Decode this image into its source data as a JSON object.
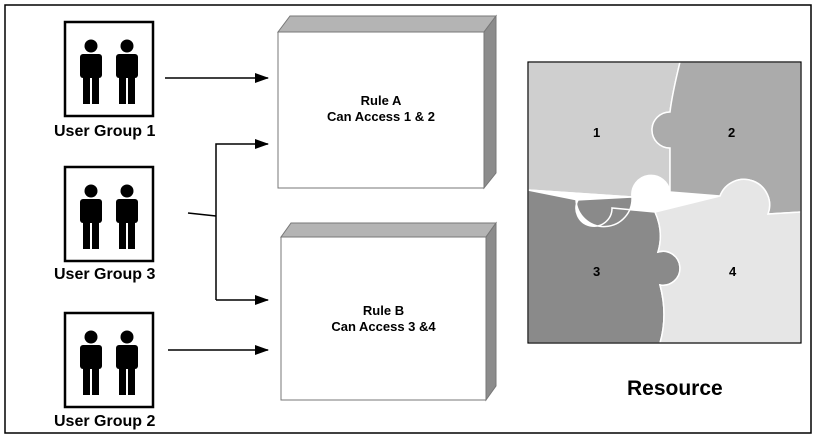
{
  "groups": [
    {
      "label": "User Group 1"
    },
    {
      "label": "User Group 3"
    },
    {
      "label": "User Group 2"
    }
  ],
  "rules": [
    {
      "title": "Rule A",
      "access": "Can Access 1 & 2"
    },
    {
      "title": "Rule B",
      "access": "Can Access 3 &4"
    }
  ],
  "resource": {
    "title": "Resource",
    "pieces": [
      "1",
      "2",
      "3",
      "4"
    ]
  },
  "colors": {
    "piece1": "#cfcfcf",
    "piece2": "#ababab",
    "piece3": "#8a8a8a",
    "piece4": "#e6e6e6",
    "box_side": "#8c8c8c",
    "box_top": "#b4b4b4"
  },
  "icons": {
    "user_group": "two-people-icon"
  }
}
